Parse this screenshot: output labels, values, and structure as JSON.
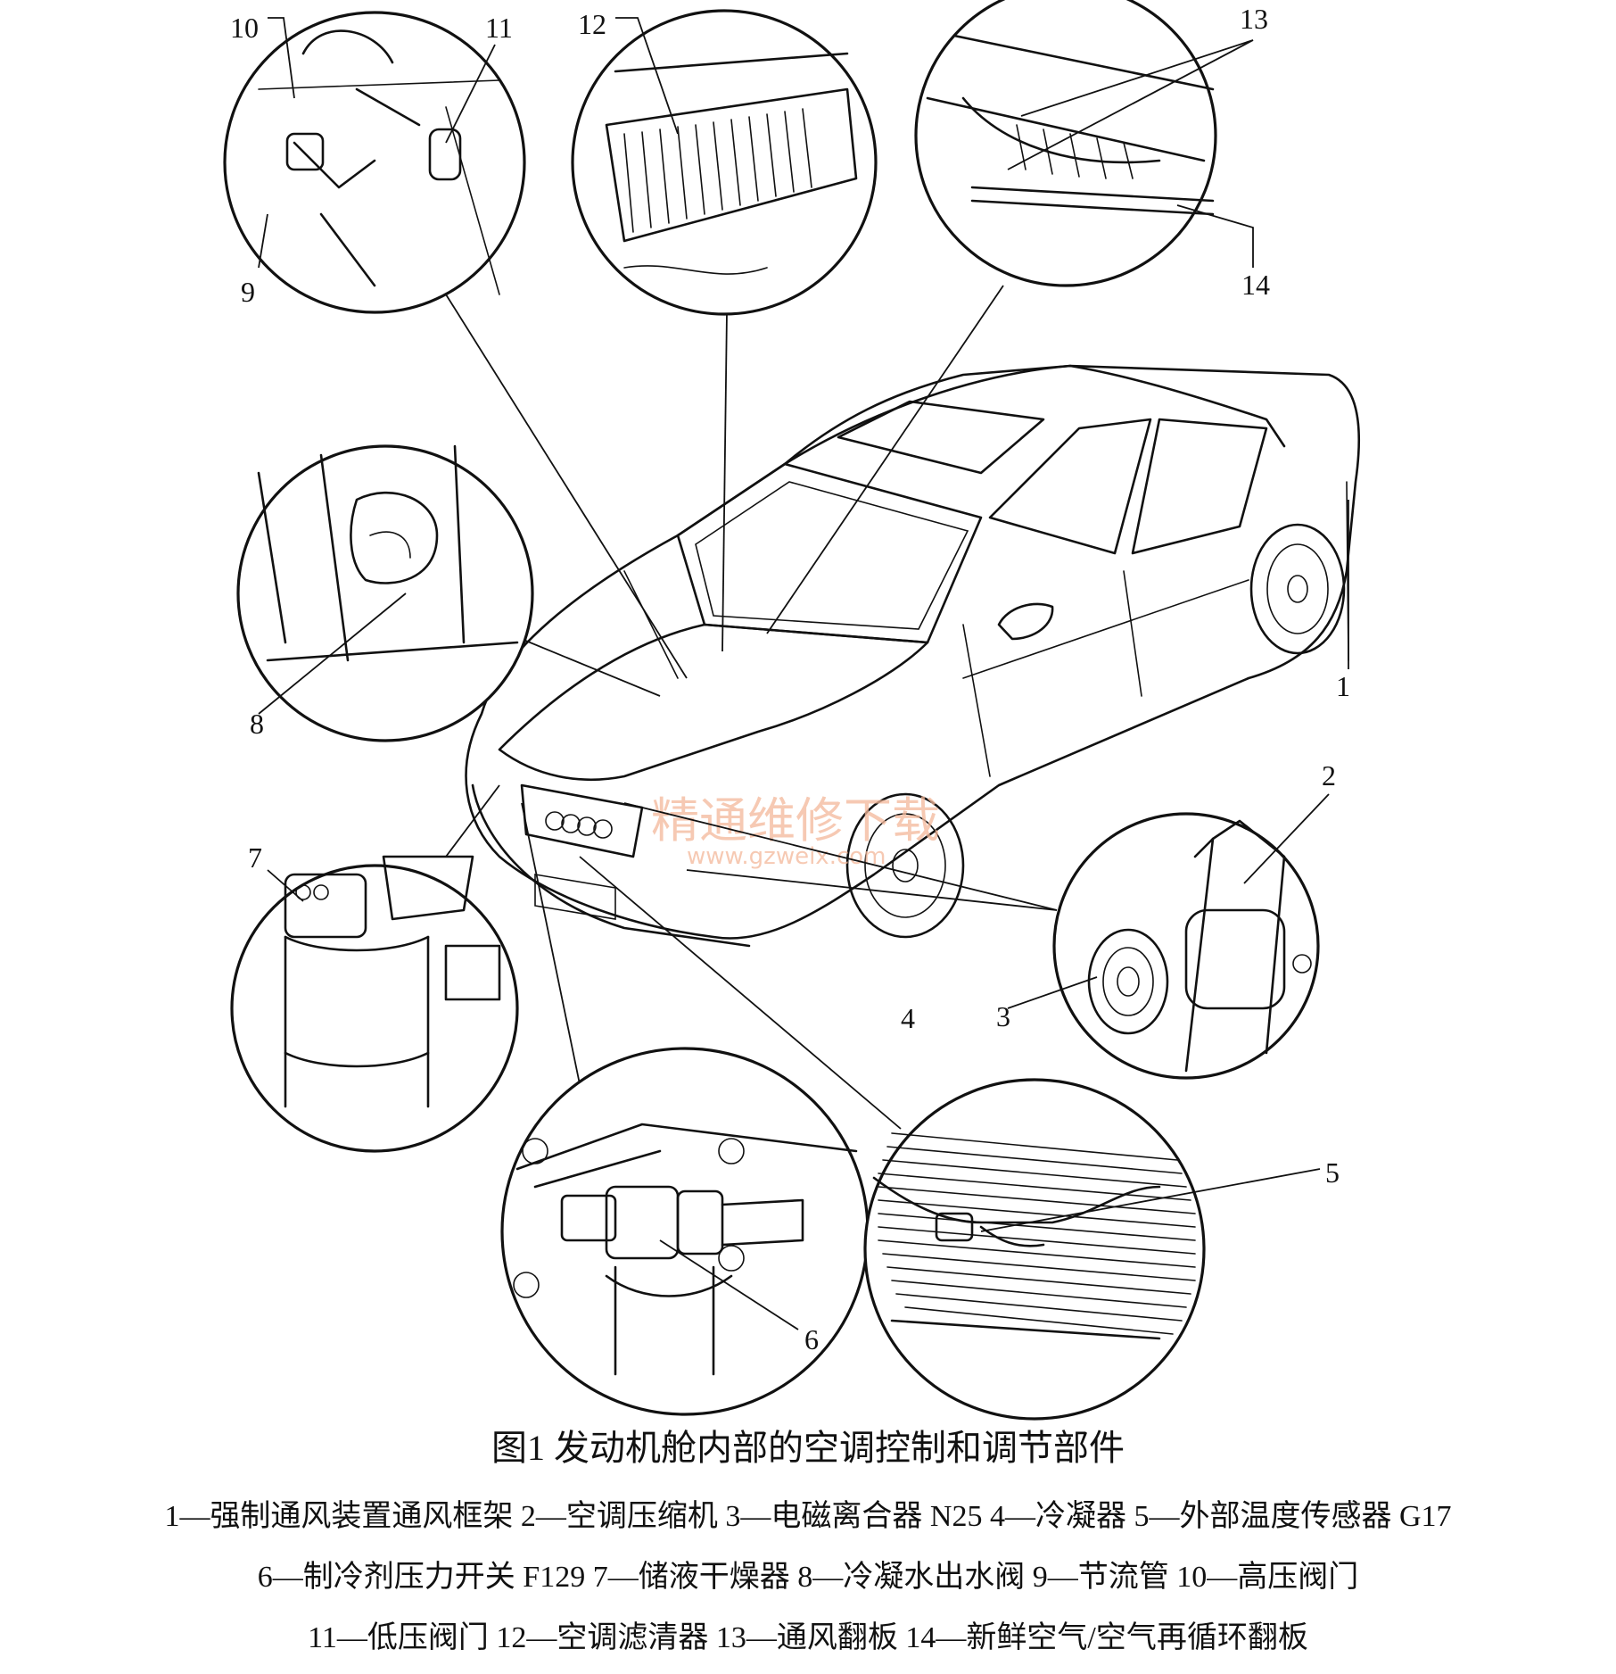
{
  "figure": {
    "title": "图1  发动机舱内部的空调控制和调节部件",
    "legend_lines": [
      "1—强制通风装置通风框架    2—空调压缩机    3—电磁离合器 N25    4—冷凝器    5—外部温度传感器 G17",
      "6—制冷剂压力开关 F129    7—储液干燥器    8—冷凝水出水阀    9—节流管    10—高压阀门",
      "11—低压阀门    12—空调滤清器    13—通风翻板    14—新鲜空气/空气再循环翻板"
    ],
    "callouts": [
      "1",
      "2",
      "3",
      "4",
      "5",
      "6",
      "7",
      "8",
      "9",
      "10",
      "11",
      "12",
      "13",
      "14"
    ],
    "watermark": {
      "line1": "精通维修下载",
      "line2": "www.gzweix.com"
    }
  }
}
